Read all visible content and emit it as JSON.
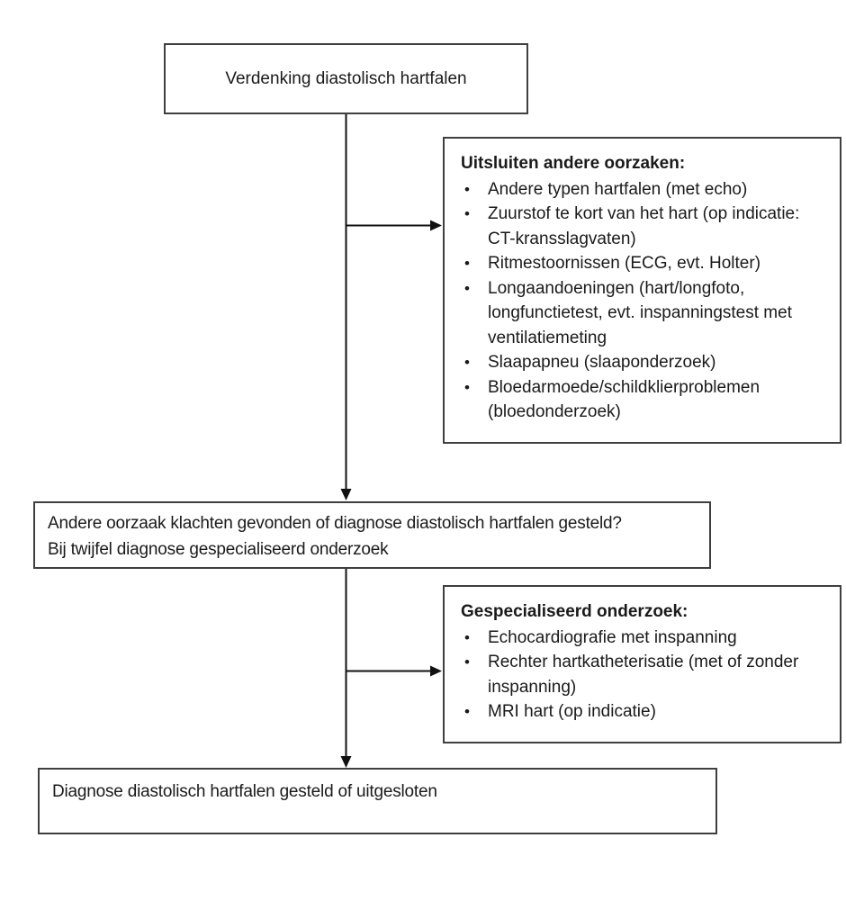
{
  "diagram": {
    "type": "flowchart",
    "language": "nl",
    "colors": {
      "background": "#ffffff",
      "box_border": "#3f3f3f",
      "connector": "#111111",
      "text": "#1a1a1a"
    },
    "nodes": {
      "suspicion": {
        "text": "Verdenking diastolisch hartfalen"
      },
      "exclusion": {
        "heading": "Uitsluiten andere oorzaken:",
        "items": [
          "Andere typen hartfalen (met echo)",
          "Zuurstof te kort van het hart (op indicatie: CT-kransslagvaten)",
          "Ritmestoornissen (ECG, evt. Holter)",
          "Longaandoeningen (hart/longfoto, longfunctietest, evt. inspanningstest met ventilatiemeting",
          "Slaapapneu (slaaponderzoek)",
          "Bloedarmoede/schildklierproblemen (bloedonderzoek)"
        ]
      },
      "decision": {
        "line1": "Andere oorzaak klachten gevonden of diagnose diastolisch hartfalen gesteld?",
        "line2": "Bij twijfel diagnose gespecialiseerd onderzoek"
      },
      "specialized": {
        "heading": "Gespecialiseerd onderzoek:",
        "items": [
          "Echocardiografie met inspanning",
          "Rechter hartkatheterisatie (met of zonder inspanning)",
          "MRI hart (op indicatie)"
        ]
      },
      "final": {
        "text": "Diagnose diastolisch hartfalen gesteld of uitgesloten"
      }
    }
  }
}
